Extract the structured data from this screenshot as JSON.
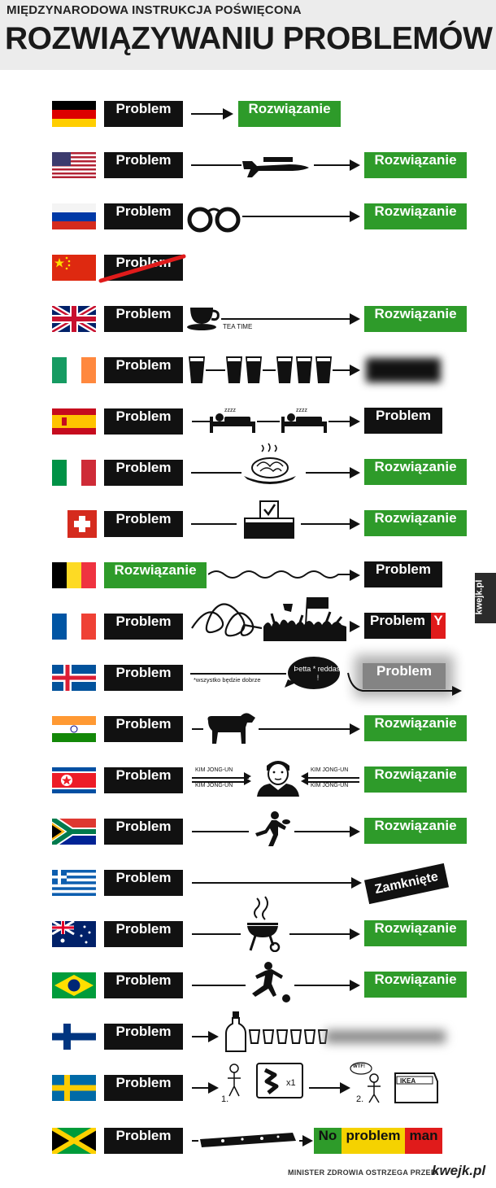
{
  "header": {
    "subtitle": "MIĘDZYNARODOWA INSTRUKCJA POŚWIĘCONA",
    "title": "ROZWIĄZYWANIU PROBLEMÓW"
  },
  "labels": {
    "problem": "Problem",
    "solution": "Rozwiązanie",
    "problem_y": "Problem",
    "y_letter": "Y",
    "tea_time": "TEA TIME",
    "iceland_note": "*wszystko będzie dobrze",
    "iceland_bubble": "Þetta * reddast !",
    "kim": "KIM JONG-UN",
    "closed": "Zamknięte",
    "x1": "x1",
    "step1": "1.",
    "step2": "2.",
    "wtf": "WTF!",
    "ikea": "IKEA",
    "no": "No",
    "problem_lower": "problem",
    "man": "man"
  },
  "countries": [
    "Germany",
    "USA",
    "Russia",
    "China",
    "United Kingdom",
    "Ireland",
    "Spain",
    "Italy",
    "Switzerland",
    "Belgium",
    "France",
    "Iceland",
    "India",
    "North Korea",
    "South Africa",
    "Greece",
    "Australia",
    "Brazil",
    "Finland",
    "Sweden",
    "Jamaica"
  ],
  "icons": [
    "drone-icon",
    "handcuffs-icon",
    "teacup-icon",
    "pint-glass-icon",
    "sleeping-bed-icon",
    "pasta-plate-icon",
    "ballot-box-icon",
    "tangled-scribble-icon",
    "protest-crowd-icon",
    "cow-icon",
    "kim-jong-un-portrait-icon",
    "rugby-player-icon",
    "barbecue-grill-icon",
    "football-player-icon",
    "vodka-bottle-icon",
    "ikea-instruction-icon",
    "joint-icon"
  ],
  "footer": {
    "warning": "MINISTER ZDROWIA OSTRZEGA PRZED",
    "brand": "kwejk.pl",
    "side_tab": "kwejk.pl"
  },
  "colors": {
    "problem_box": "#111111",
    "solution_box": "#2e9b2a",
    "header_bg": "#ececec",
    "red_accent": "#e01b1b",
    "jamaica_yellow": "#f5d200"
  }
}
